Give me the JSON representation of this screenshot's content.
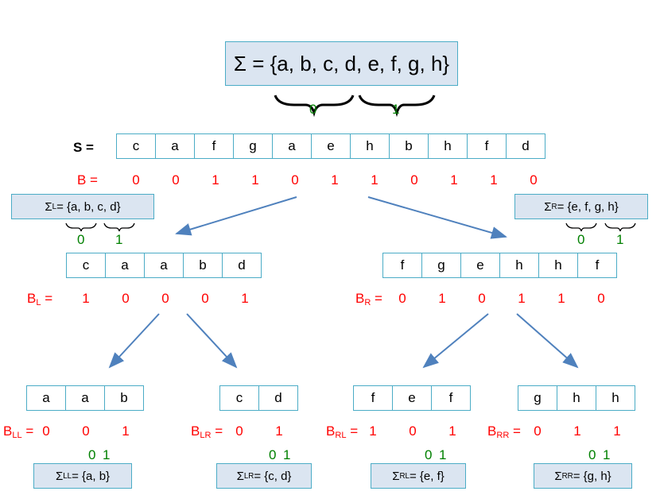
{
  "sigma": {
    "label": "Σ = {a, b, c, d, e, f, g, h}",
    "split_left": "0",
    "split_right": "1"
  },
  "s": {
    "label": "S =",
    "cells": [
      "c",
      "a",
      "f",
      "g",
      "a",
      "e",
      "h",
      "b",
      "h",
      "f",
      "d"
    ]
  },
  "b": {
    "label": "B =",
    "bits": [
      "0",
      "0",
      "1",
      "1",
      "0",
      "1",
      "1",
      "0",
      "1",
      "1",
      "0"
    ]
  },
  "sigma_l": {
    "main": "Σ",
    "sub": "L",
    "rest": " = {a, b, c, d}",
    "zero": "0",
    "one": "1"
  },
  "sigma_r": {
    "main": "Σ",
    "sub": "R",
    "rest": " = {e, f, g, h}",
    "zero": "0",
    "one": "1"
  },
  "level1": {
    "left": {
      "cells": [
        "c",
        "a",
        "a",
        "b",
        "d"
      ],
      "label_main": "B",
      "label_sub": "L",
      "label_eq": " =",
      "bits": [
        "1",
        "0",
        "0",
        "0",
        "1"
      ]
    },
    "right": {
      "cells": [
        "f",
        "g",
        "e",
        "h",
        "h",
        "f"
      ],
      "label_main": "B",
      "label_sub": "R",
      "label_eq": " =",
      "bits": [
        "0",
        "1",
        "0",
        "1",
        "1",
        "0"
      ]
    }
  },
  "level2": {
    "ll": {
      "cells": [
        "a",
        "a",
        "b"
      ],
      "label_main": "B",
      "label_sub": "LL",
      "label_eq": " =",
      "bits": [
        "0",
        "0",
        "1"
      ],
      "zero": "0",
      "one": "1",
      "sigma_main": "Σ",
      "sigma_sub": "LL",
      "sigma_rest": " = {a, b}"
    },
    "lr": {
      "cells": [
        "c",
        "d"
      ],
      "label_main": "B",
      "label_sub": "LR",
      "label_eq": " =",
      "bits": [
        "0",
        "1"
      ],
      "zero": "0",
      "one": "1",
      "sigma_main": "Σ",
      "sigma_sub": "LR",
      "sigma_rest": " = {c, d}"
    },
    "rl": {
      "cells": [
        "f",
        "e",
        "f"
      ],
      "label_main": "B",
      "label_sub": "RL",
      "label_eq": " =",
      "bits": [
        "1",
        "0",
        "1"
      ],
      "zero": "0",
      "one": "1",
      "sigma_main": "Σ",
      "sigma_sub": "RL",
      "sigma_rest": " = {e, f}"
    },
    "rr": {
      "cells": [
        "g",
        "h",
        "h"
      ],
      "label_main": "B",
      "label_sub": "RR",
      "label_eq": " =",
      "bits": [
        "0",
        "1",
        "1"
      ],
      "zero": "0",
      "one": "1",
      "sigma_main": "Σ",
      "sigma_sub": "RR",
      "sigma_rest": " = {g, h}"
    }
  },
  "colors": {
    "bits": "#ff0000",
    "split": "#008000",
    "arrow": "#4f81bd",
    "box_fill": "#dbe5f1",
    "box_border": "#4bacc6"
  }
}
